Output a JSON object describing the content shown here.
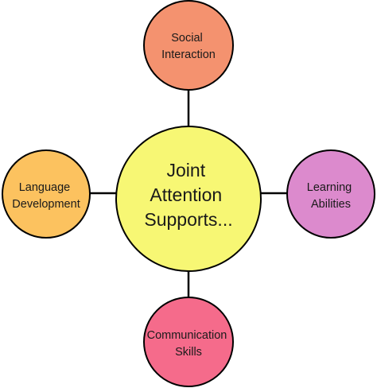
{
  "diagram": {
    "center": {
      "lines": [
        "Joint",
        "Attention",
        "Supports..."
      ],
      "fill": "#f7f774"
    },
    "nodes": {
      "top": {
        "lines": [
          "Social",
          "Interaction"
        ],
        "fill": "#f4926f"
      },
      "left": {
        "lines": [
          "Language",
          "Development"
        ],
        "fill": "#fcc25f"
      },
      "right": {
        "lines": [
          "Learning",
          "Abilities"
        ],
        "fill": "#dc8acd"
      },
      "bottom": {
        "lines": [
          "Communication",
          "Skills"
        ],
        "fill": "#f56b8b"
      }
    },
    "stroke_color": "#000000"
  }
}
